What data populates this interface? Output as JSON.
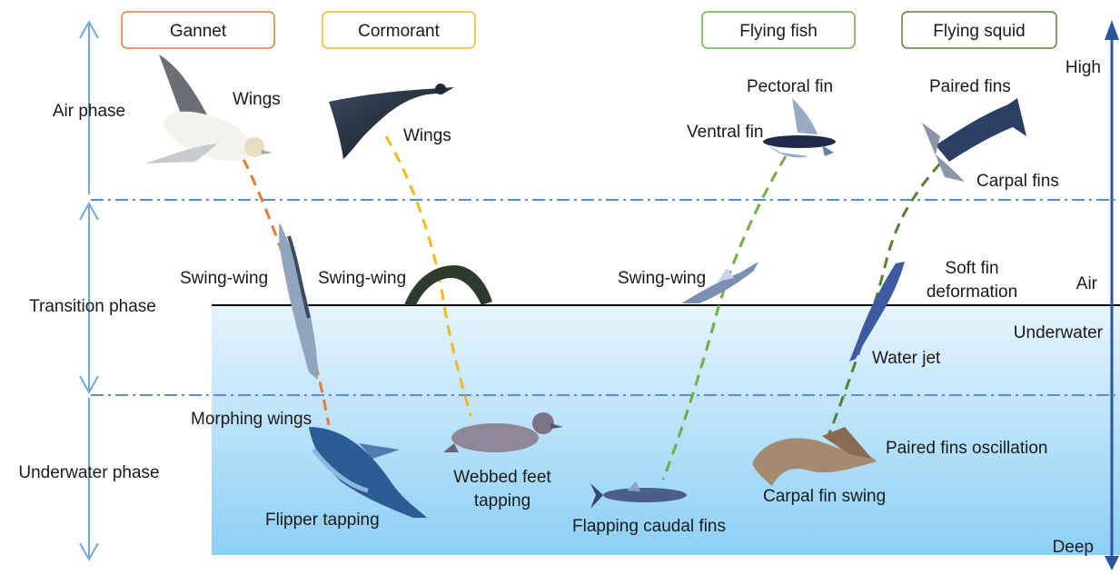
{
  "animals": [
    {
      "name": "Gannet",
      "color": "#e07b39",
      "labels": {
        "air": "Wings",
        "transition": "Swing-wing",
        "morph": "Morphing wings",
        "underwater": "Flipper tapping"
      }
    },
    {
      "name": "Cormorant",
      "color": "#f2b81f",
      "labels": {
        "air": "Wings",
        "transition": "Swing-wing",
        "underwater_1": "Webbed feet",
        "underwater_2": "tapping"
      }
    },
    {
      "name": "Flying fish",
      "color": "#70ad47",
      "labels": {
        "air_1": "Pectoral fin",
        "air_2": "Ventral fin",
        "transition": "Swing-wing",
        "underwater": "Flapping caudal fins"
      }
    },
    {
      "name": "Flying squid",
      "color": "#548235",
      "labels": {
        "air_1": "Paired fins",
        "air_2": "Carpal fins",
        "transition_1": "Soft fin",
        "transition_2": "deformation",
        "transition_3": "Water jet",
        "underwater_1": "Paired fins oscillation",
        "underwater_2": "Carpal fin swing"
      }
    }
  ],
  "phases": {
    "air": "Air phase",
    "transition": "Transition phase",
    "underwater": "Underwater phase"
  },
  "scale": {
    "high": "High",
    "air": "Air",
    "underwater": "Underwater",
    "deep": "Deep"
  },
  "colors": {
    "phase_arrow": "#6fa8dc",
    "divider": "#5b8fc9",
    "scale_arrow": "#2e5597",
    "surface_line": "#000000",
    "water_top": "#e6f4fd",
    "water_bottom": "#8ccff6"
  }
}
